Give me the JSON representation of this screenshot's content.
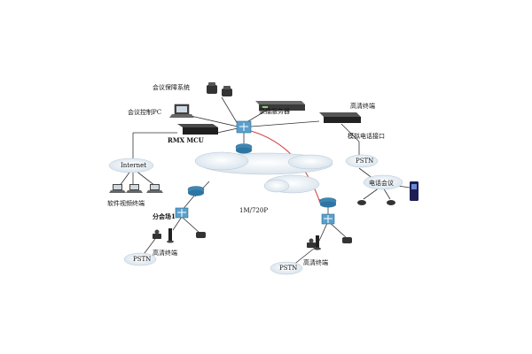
{
  "labels": {
    "conf_phone_system": "会议保障系统",
    "conf_control_pc": "会议控制PC",
    "recording_server": "录播服务器",
    "hd_terminal_top": "高清终端",
    "rmx_mcu": "RMX MCU",
    "analog_phone_interface": "模拟电话接口",
    "internet": "Internet",
    "pstn_right": "PSTN",
    "phone_conf": "电话会议",
    "software_terminal": "软件视频终端",
    "branch": "分会场1",
    "bandwidth": "1M/720P",
    "hd_terminal_left": "高清终端",
    "pstn_left": "PSTN",
    "hd_terminal_mid": "高清终端",
    "pstn_mid": "PSTN"
  },
  "colors": {
    "line": "#333333",
    "red_link": "#d04040",
    "cloud_fill": "#e6eef5",
    "router_fill": "#3f86b3",
    "switch_fill": "#5aa0cc"
  },
  "icons": [
    "phone-icon",
    "laptop-icon",
    "server-icon",
    "switch-icon",
    "router-icon",
    "cloud-icon",
    "camera-icon",
    "handheld-icon"
  ]
}
